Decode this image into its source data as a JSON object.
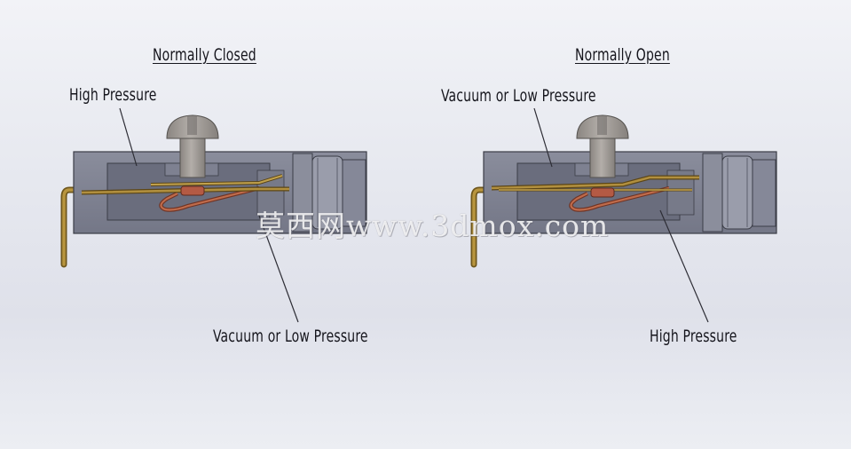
{
  "normally_closed": {
    "title": "Normally Closed",
    "top_label": "High Pressure",
    "bottom_label": "Vacuum or Low Pressure"
  },
  "normally_open": {
    "title": "Normally Open",
    "top_label": "Vacuum or Low Pressure",
    "bottom_label": "High Pressure"
  },
  "watermark": "莫西网www.3dmox.com",
  "colors": {
    "housing": "#7e8191",
    "cavity": "#66697a",
    "screw": "#97928e",
    "contact_brass": "#9b7d33",
    "spring_copper": "#a45a3e",
    "terminal": "#9a7a2c"
  }
}
